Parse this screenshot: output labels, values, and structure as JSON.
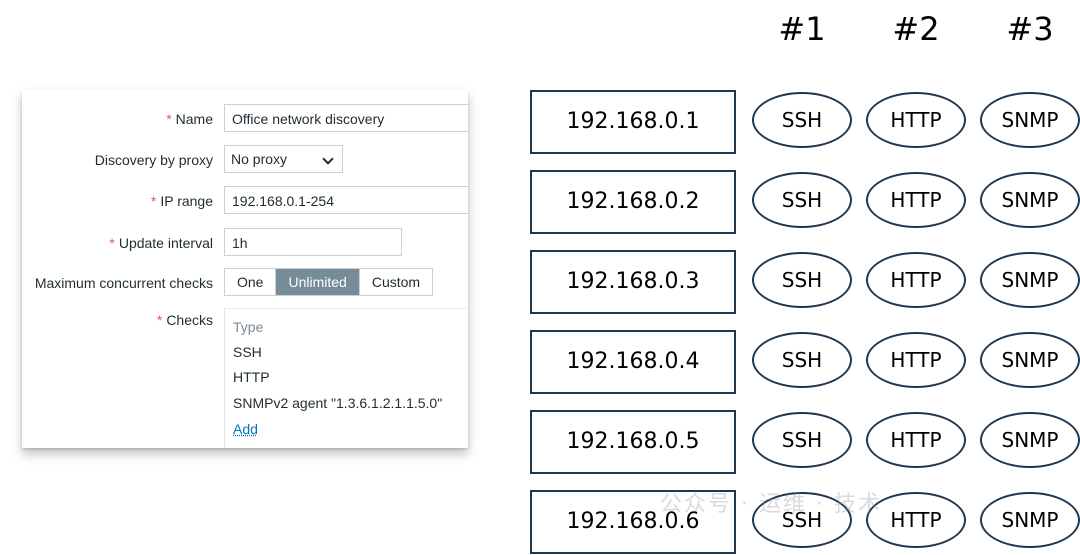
{
  "form": {
    "name_label": "Name",
    "name_value": "Office network discovery",
    "proxy_label": "Discovery by proxy",
    "proxy_value": "No proxy",
    "ip_range_label": "IP range",
    "ip_range_value": "192.168.0.1-254",
    "update_label": "Update interval",
    "update_value": "1h",
    "concurrent_label": "Maximum concurrent checks",
    "concurrent_options": [
      "One",
      "Unlimited",
      "Custom"
    ],
    "concurrent_selected": "Unlimited",
    "checks_label": "Checks",
    "checks_header": "Type",
    "checks": [
      "SSH",
      "HTTP",
      "SNMPv2 agent \"1.3.6.1.2.1.1.5.0\""
    ],
    "add_label": "Add",
    "required_marker": "*"
  },
  "diagram": {
    "headers": [
      "#1",
      "#2",
      "#3"
    ],
    "rows": [
      {
        "ip": "192.168.0.1",
        "checks": [
          "SSH",
          "HTTP",
          "SNMP"
        ]
      },
      {
        "ip": "192.168.0.2",
        "checks": [
          "SSH",
          "HTTP",
          "SNMP"
        ]
      },
      {
        "ip": "192.168.0.3",
        "checks": [
          "SSH",
          "HTTP",
          "SNMP"
        ]
      },
      {
        "ip": "192.168.0.4",
        "checks": [
          "SSH",
          "HTTP",
          "SNMP"
        ]
      },
      {
        "ip": "192.168.0.5",
        "checks": [
          "SSH",
          "HTTP",
          "SNMP"
        ]
      },
      {
        "ip": "192.168.0.6",
        "checks": [
          "SSH",
          "HTTP",
          "SNMP"
        ]
      }
    ]
  },
  "watermark": "公众号 · 运维 · 技术",
  "colors": {
    "required": "#e45959",
    "segment_active": "#768d99",
    "link": "#0275b8",
    "shape_border": "#1f3850"
  }
}
